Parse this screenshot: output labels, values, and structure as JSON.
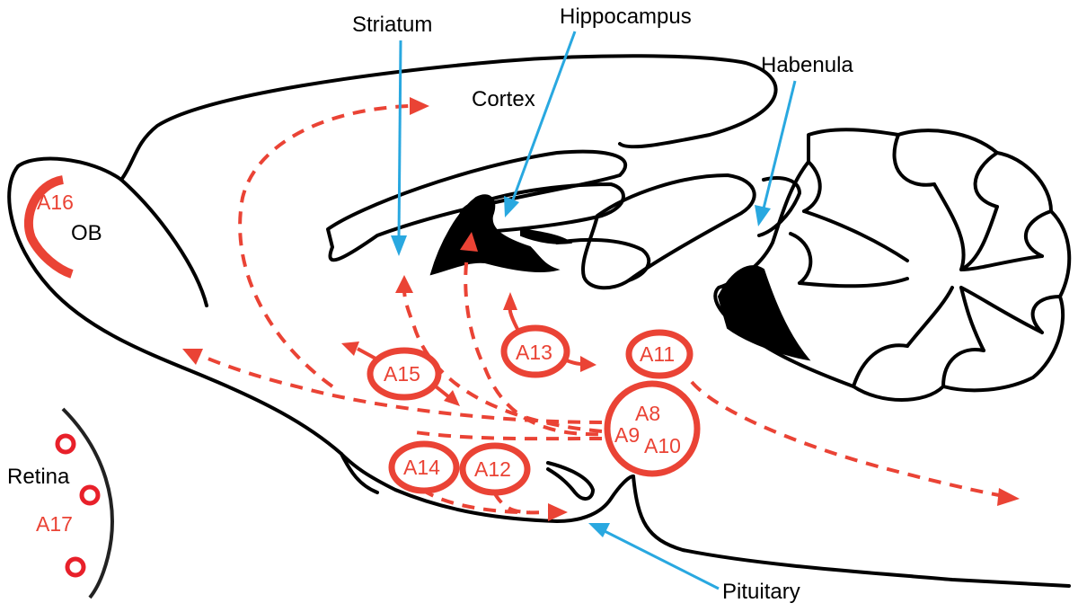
{
  "labels": {
    "striatum": "Striatum",
    "hippocampus": "Hippocampus",
    "habenula": "Habenula",
    "cortex": "Cortex",
    "ob": "OB",
    "retina": "Retina",
    "pituitary": "Pituitary"
  },
  "cell_groups": {
    "a16": "A16",
    "a15": "A15",
    "a13": "A13",
    "a11": "A11",
    "a8": "A8",
    "a9": "A9",
    "a10": "A10",
    "a14": "A14",
    "a12": "A12",
    "a17": "A17"
  },
  "colors": {
    "dopamine_red": "#ea4335",
    "pointer_blue": "#29a8e0",
    "outline": "#000000"
  }
}
